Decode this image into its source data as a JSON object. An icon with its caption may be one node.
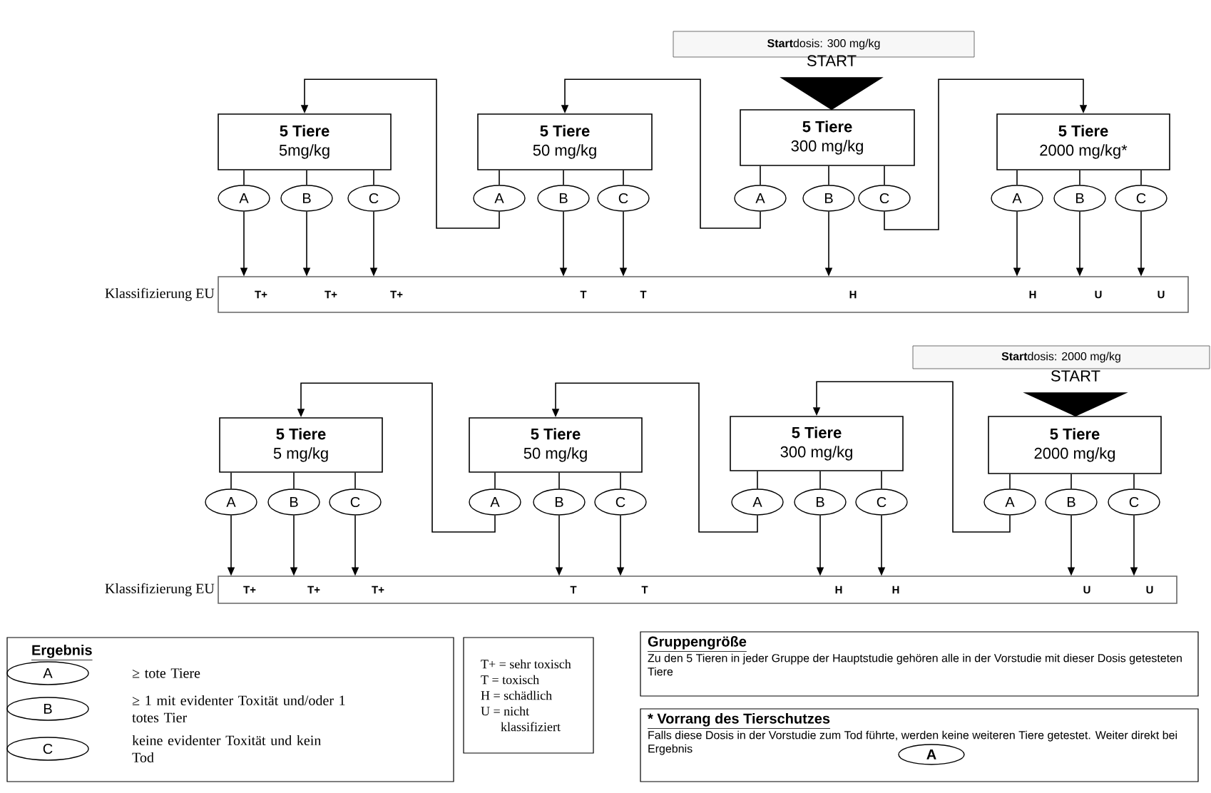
{
  "diagram": {
    "nodes": [
      {
        "text": [
          "**Start**dosis: 300 mg/kg"
        ]
      },
      {
        "text": [
          "START"
        ]
      },
      {
        "text": [
          "5 Tiere",
          "5mg/kg"
        ]
      },
      {
        "text": [
          "5 Tiere",
          "50 mg/kg"
        ]
      },
      {
        "text": [
          "5 Tiere",
          "300 mg/kg"
        ]
      },
      {
        "text": [
          "5 Tiere",
          "2000 mg/kg*"
        ]
      },
      {
        "text": [
          "A"
        ]
      },
      {
        "text": [
          "B"
        ]
      },
      {
        "text": [
          "C"
        ]
      },
      {
        "text": [
          "A"
        ]
      },
      {
        "text": [
          "B"
        ]
      },
      {
        "text": [
          "C"
        ]
      },
      {
        "text": [
          "A"
        ]
      },
      {
        "text": [
          "B"
        ]
      },
      {
        "text": [
          "C"
        ]
      },
      {
        "text": [
          "A"
        ]
      },
      {
        "text": [
          "B"
        ]
      },
      {
        "text": [
          "C"
        ]
      },
      {
        "text": [],
        "shape": "bar",
        "beside": [
          "Klassifizierung EU"
        ]
      },
      {
        "text": [
          "T+"
        ],
        "in": 18
      },
      {
        "text": [
          "T+"
        ],
        "in": 18
      },
      {
        "text": [
          "T+"
        ],
        "in": 18
      },
      {
        "text": [
          "T"
        ],
        "in": 18
      },
      {
        "text": [
          "T"
        ],
        "in": 18
      },
      {
        "text": [
          "H"
        ],
        "in": 18
      },
      {
        "text": [
          "H"
        ],
        "in": 18
      },
      {
        "text": [
          "U"
        ],
        "in": 18
      },
      {
        "text": [
          "U"
        ],
        "in": 18
      },
      {
        "text": [
          "**Start**dosis: 2000 mg/kg"
        ]
      },
      {
        "text": [
          "START"
        ]
      },
      {
        "text": [
          "5 Tiere",
          "5 mg/kg"
        ]
      },
      {
        "text": [
          "5 Tiere",
          "50 mg/kg"
        ]
      },
      {
        "text": [
          "5 Tiere",
          "300 mg/kg"
        ]
      },
      {
        "text": [
          "5 Tiere",
          "2000 mg/kg"
        ]
      },
      {
        "text": [
          "A"
        ]
      },
      {
        "text": [
          "B"
        ]
      },
      {
        "text": [
          "C"
        ]
      },
      {
        "text": [
          "A"
        ]
      },
      {
        "text": [
          "B"
        ]
      },
      {
        "text": [
          "C"
        ]
      },
      {
        "text": [
          "A"
        ]
      },
      {
        "text": [
          "B"
        ]
      },
      {
        "text": [
          "C"
        ]
      },
      {
        "text": [
          "A"
        ]
      },
      {
        "text": [
          "B"
        ]
      },
      {
        "text": [
          "C"
        ]
      },
      {
        "text": [],
        "shape": "bar",
        "beside": [
          "Klassifizierung EU"
        ]
      },
      {
        "text": [
          "T+"
        ],
        "in": 46
      },
      {
        "text": [
          "T+"
        ],
        "in": 46
      },
      {
        "text": [
          "T+"
        ],
        "in": 46
      },
      {
        "text": [
          "T"
        ],
        "in": 46
      },
      {
        "text": [
          "T"
        ],
        "in": 46
      },
      {
        "text": [
          "H"
        ],
        "in": 46
      },
      {
        "text": [
          "H"
        ],
        "in": 46
      },
      {
        "text": [
          "U"
        ],
        "in": 46
      },
      {
        "text": [
          "U"
        ],
        "in": 46
      },
      {
        "text": [
          "Ergebnis"
        ]
      },
      {
        "text": [
          "A"
        ],
        "in": 56,
        "beside": [
          "≥ tote Tiere"
        ]
      },
      {
        "text": [
          "B"
        ],
        "in": 56,
        "beside": [
          "≥ 1 mit evidenter Toxität und/oder 1 totes Tier"
        ]
      },
      {
        "text": [
          "C"
        ],
        "in": 56,
        "beside": [
          "keine evidenter Toxität und kein Tod"
        ]
      },
      {
        "text": [
          "T+ = sehr toxisch",
          "T = toxisch",
          "H = schädlich",
          "U = nicht klassifiziert"
        ]
      },
      {
        "text": [
          "Gruppengröße",
          "Zu den 5 Tieren in jeder Gruppe der Hauptstudie gehören alle in der Vorstudie mit dieser Dosis getesteten Tiere"
        ]
      },
      {
        "text": [
          "* Vorrang des Tierschutzes",
          "Falls diese Dosis in der Vorstudie zum Tod führte, werden keine weiteren Tiere getestet. Weiter direkt bei Ergebnis"
        ]
      },
      {
        "text": [
          "A"
        ],
        "in": 62
      }
    ],
    "edges": [
      {
        "from": 2,
        "to": 6,
        "arrow": "none"
      },
      {
        "from": 2,
        "to": 7,
        "arrow": "none"
      },
      {
        "from": 2,
        "to": 8,
        "arrow": "none"
      },
      {
        "from": 3,
        "to": 9,
        "arrow": "none"
      },
      {
        "from": 3,
        "to": 10,
        "arrow": "none"
      },
      {
        "from": 3,
        "to": 11,
        "arrow": "none"
      },
      {
        "from": 4,
        "to": 12,
        "arrow": "none"
      },
      {
        "from": 4,
        "to": 13,
        "arrow": "none"
      },
      {
        "from": 4,
        "to": 14,
        "arrow": "none"
      },
      {
        "from": 5,
        "to": 15,
        "arrow": "none"
      },
      {
        "from": 5,
        "to": 16,
        "arrow": "none"
      },
      {
        "from": 5,
        "to": 17,
        "arrow": "none"
      },
      {
        "from": 6,
        "to": 19,
        "arrow": "to"
      },
      {
        "from": 7,
        "to": 20,
        "arrow": "to"
      },
      {
        "from": 8,
        "to": 21,
        "arrow": "to"
      },
      {
        "from": 9,
        "to": 2,
        "arrow": "to"
      },
      {
        "from": 10,
        "to": 22,
        "arrow": "to"
      },
      {
        "from": 11,
        "to": 23,
        "arrow": "to"
      },
      {
        "from": 12,
        "to": 3,
        "arrow": "to"
      },
      {
        "from": 13,
        "to": 24,
        "arrow": "to"
      },
      {
        "from": 14,
        "to": 5,
        "arrow": "to"
      },
      {
        "from": 15,
        "to": 25,
        "arrow": "to"
      },
      {
        "from": 16,
        "to": 26,
        "arrow": "to"
      },
      {
        "from": 17,
        "to": 27,
        "arrow": "to"
      },
      {
        "from": 1,
        "to": 4,
        "arrow": "to"
      },
      {
        "from": 30,
        "to": 34,
        "arrow": "none"
      },
      {
        "from": 30,
        "to": 35,
        "arrow": "none"
      },
      {
        "from": 30,
        "to": 36,
        "arrow": "none"
      },
      {
        "from": 31,
        "to": 37,
        "arrow": "none"
      },
      {
        "from": 31,
        "to": 38,
        "arrow": "none"
      },
      {
        "from": 31,
        "to": 39,
        "arrow": "none"
      },
      {
        "from": 32,
        "to": 40,
        "arrow": "none"
      },
      {
        "from": 32,
        "to": 41,
        "arrow": "none"
      },
      {
        "from": 32,
        "to": 42,
        "arrow": "none"
      },
      {
        "from": 33,
        "to": 43,
        "arrow": "none"
      },
      {
        "from": 33,
        "to": 44,
        "arrow": "none"
      },
      {
        "from": 33,
        "to": 45,
        "arrow": "none"
      },
      {
        "from": 34,
        "to": 47,
        "arrow": "to"
      },
      {
        "from": 35,
        "to": 48,
        "arrow": "to"
      },
      {
        "from": 36,
        "to": 49,
        "arrow": "to"
      },
      {
        "from": 37,
        "to": 30,
        "arrow": "to"
      },
      {
        "from": 38,
        "to": 50,
        "arrow": "to"
      },
      {
        "from": 39,
        "to": 51,
        "arrow": "to"
      },
      {
        "from": 40,
        "to": 31,
        "arrow": "to"
      },
      {
        "from": 41,
        "to": 52,
        "arrow": "to"
      },
      {
        "from": 42,
        "to": 53,
        "arrow": "to"
      },
      {
        "from": 43,
        "to": 32,
        "arrow": "to"
      },
      {
        "from": 44,
        "to": 54,
        "arrow": "to"
      },
      {
        "from": 45,
        "to": 55,
        "arrow": "to"
      },
      {
        "from": 29,
        "to": 33,
        "arrow": "to"
      }
    ]
  }
}
